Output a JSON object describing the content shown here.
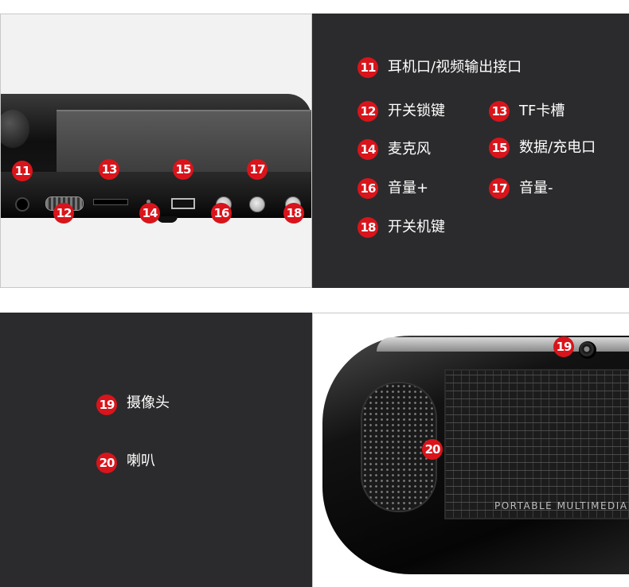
{
  "colors": {
    "badge_red": "#d9141b",
    "dark_panel": "#2b2b2d",
    "label_text": "#ffffff"
  },
  "features_top": [
    {
      "num": "11",
      "label": "耳机口/视频输出接口"
    },
    {
      "num": "12",
      "label": "开关锁键"
    },
    {
      "num": "13",
      "label": "TF卡槽"
    },
    {
      "num": "14",
      "label": "麦克风"
    },
    {
      "num": "15",
      "label": "数据/充电口"
    },
    {
      "num": "16",
      "label": "音量+"
    },
    {
      "num": "17",
      "label": "音量-"
    },
    {
      "num": "18",
      "label": "开关机键"
    }
  ],
  "features_bottom": [
    {
      "num": "19",
      "label": "摄像头"
    },
    {
      "num": "20",
      "label": "喇叭"
    }
  ],
  "device_back_text": "PORTABLE MULTIMEDIA"
}
